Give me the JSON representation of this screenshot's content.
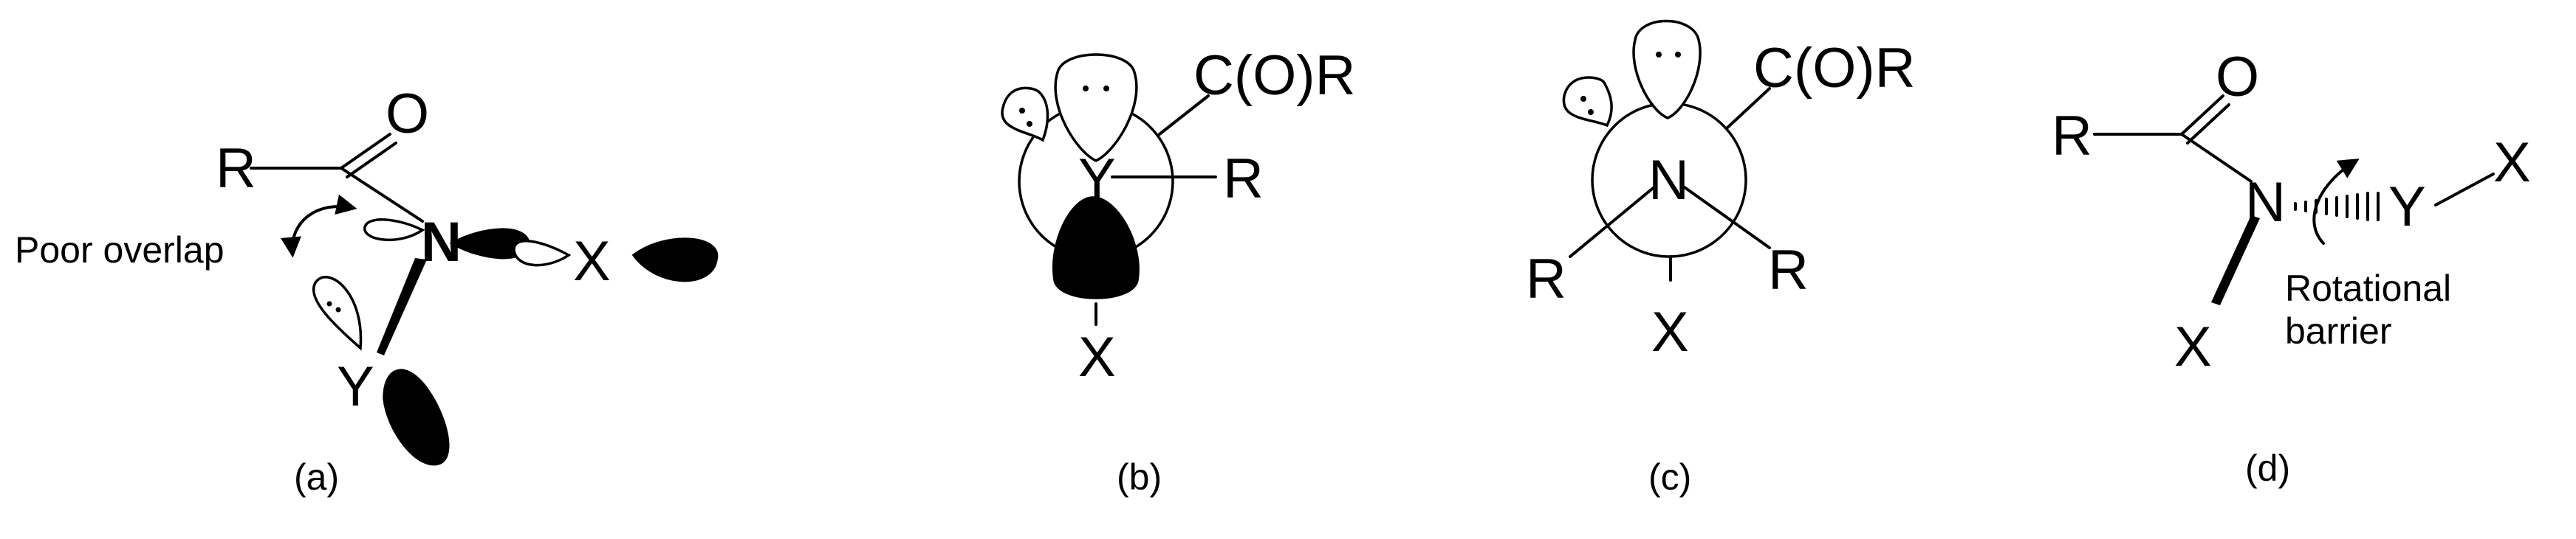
{
  "panels": {
    "a": {
      "caption": "(a)",
      "atoms": {
        "r": "R",
        "o": "O",
        "n": "N",
        "x": "X",
        "y": "Y"
      },
      "annotation": "Poor overlap"
    },
    "b": {
      "caption": "(b)",
      "atoms": {
        "y": "Y",
        "cor": "C(O)R",
        "r": "R",
        "x": "X"
      }
    },
    "c": {
      "caption": "(c)",
      "atoms": {
        "n": "N",
        "cor": "C(O)R",
        "r_left": "R",
        "r_right": "R",
        "x": "X"
      }
    },
    "d": {
      "caption": "(d)",
      "atoms": {
        "r": "R",
        "o": "O",
        "n": "N",
        "y": "Y",
        "x_right": "X",
        "x_bottom": "X"
      },
      "annotation_line1": "Rotational",
      "annotation_line2": "barrier"
    }
  }
}
